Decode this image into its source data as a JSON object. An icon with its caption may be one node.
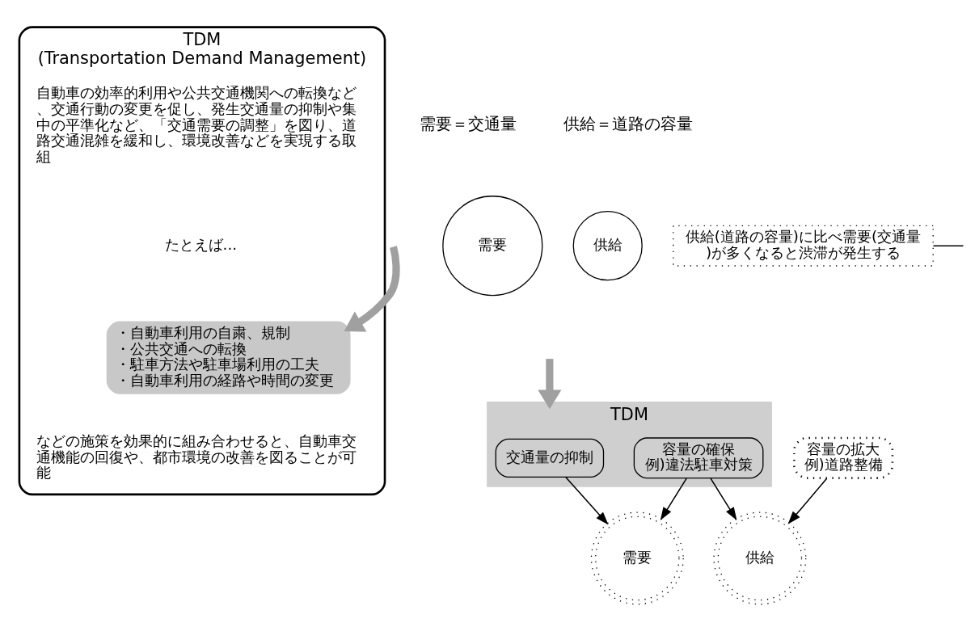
{
  "diagram": {
    "nodes": [
      {
        "text": [
          "TDM",
          "(Transportation Demand Management)",
          "自動車の効率的利用や公共交通機関への転換など、交通行動の変更を促し、発生交通量の抑制や集中の平準化など、「交通需要の調整」を図り、道路交通混雑を緩和し、環境改善などを実現する取組",
          "たとえば...",
          "などの施策を効果的に組み合わせると、自動車交通機能の回復や、都市環境の改善を図ることが可能"
        ]
      },
      {
        "text": [
          "・自動車利用の自粛、規制",
          "・公共交通への転換",
          "・駐車方法や駐車場利用の工夫",
          "・自動車利用の経路や時間の変更"
        ],
        "in": 0
      },
      {
        "text": [
          "需要"
        ]
      },
      {
        "text": [
          "供給"
        ]
      },
      {
        "text": [
          "供給(道路の容量)に比べ需要(交通量)が多くなると渋滞が発生する"
        ]
      },
      {
        "text": [
          "TDM"
        ]
      },
      {
        "text": [
          "交通量の抑制"
        ],
        "in": 5
      },
      {
        "text": [
          "容量の確保",
          "例)違法駐車対策"
        ],
        "in": 5
      },
      {
        "text": [
          "容量の拡大",
          "例)道路整備"
        ]
      },
      {
        "text": [
          "需要"
        ]
      },
      {
        "text": [
          "供給"
        ]
      }
    ],
    "edges": [
      {
        "from": null,
        "to": 1,
        "arrow": "to",
        "style": "thick",
        "color": "#a0a0a0"
      },
      {
        "from": 4,
        "to": null,
        "arrow": "none"
      },
      {
        "from": null,
        "to": 5,
        "arrow": "to",
        "style": "thick",
        "color": "#a0a0a0"
      },
      {
        "from": 6,
        "to": 9,
        "arrow": "to"
      },
      {
        "from": 7,
        "to": 9,
        "arrow": "to"
      },
      {
        "from": 7,
        "to": 10,
        "arrow": "to"
      },
      {
        "from": 8,
        "to": 10,
        "arrow": "to"
      }
    ],
    "labels": [
      "需要＝交通量",
      "供給＝道路の容量"
    ]
  }
}
